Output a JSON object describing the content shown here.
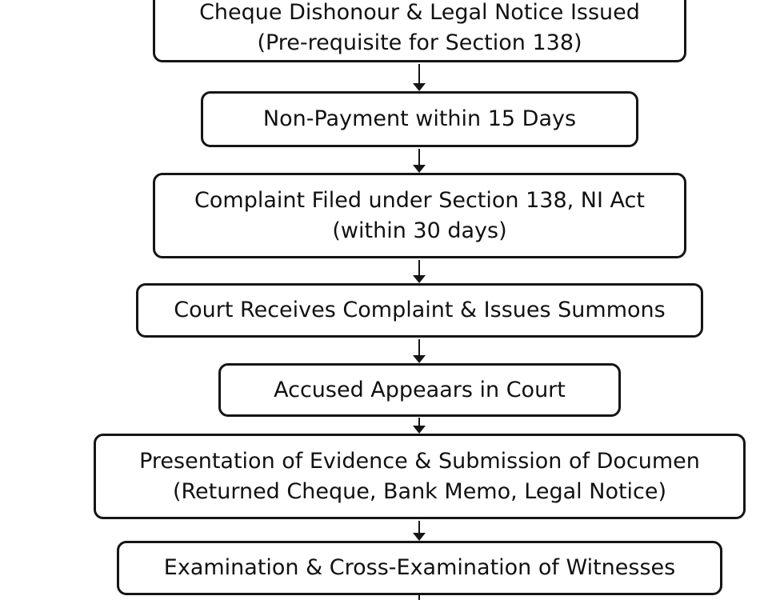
{
  "flowchart": {
    "steps": [
      {
        "line1": "Cheque Dishonour & Legal Notice Issued",
        "line2": "(Pre-requisite for Section 138)"
      },
      {
        "line1": "Non-Payment within 15 Days"
      },
      {
        "line1": "Complaint Filed under Section 138, NI Act",
        "line2": "(within 30 days)"
      },
      {
        "line1": "Court Receives Complaint & Issues Summons"
      },
      {
        "line1": "Accused Appeaars in Court"
      },
      {
        "line1": "Presentation of Evidence & Submission of Documen",
        "line2": "(Returned Cheque, Bank Memo, Legal Notice)"
      },
      {
        "line1": "Examination & Cross-Examination of Witnesses"
      }
    ]
  }
}
